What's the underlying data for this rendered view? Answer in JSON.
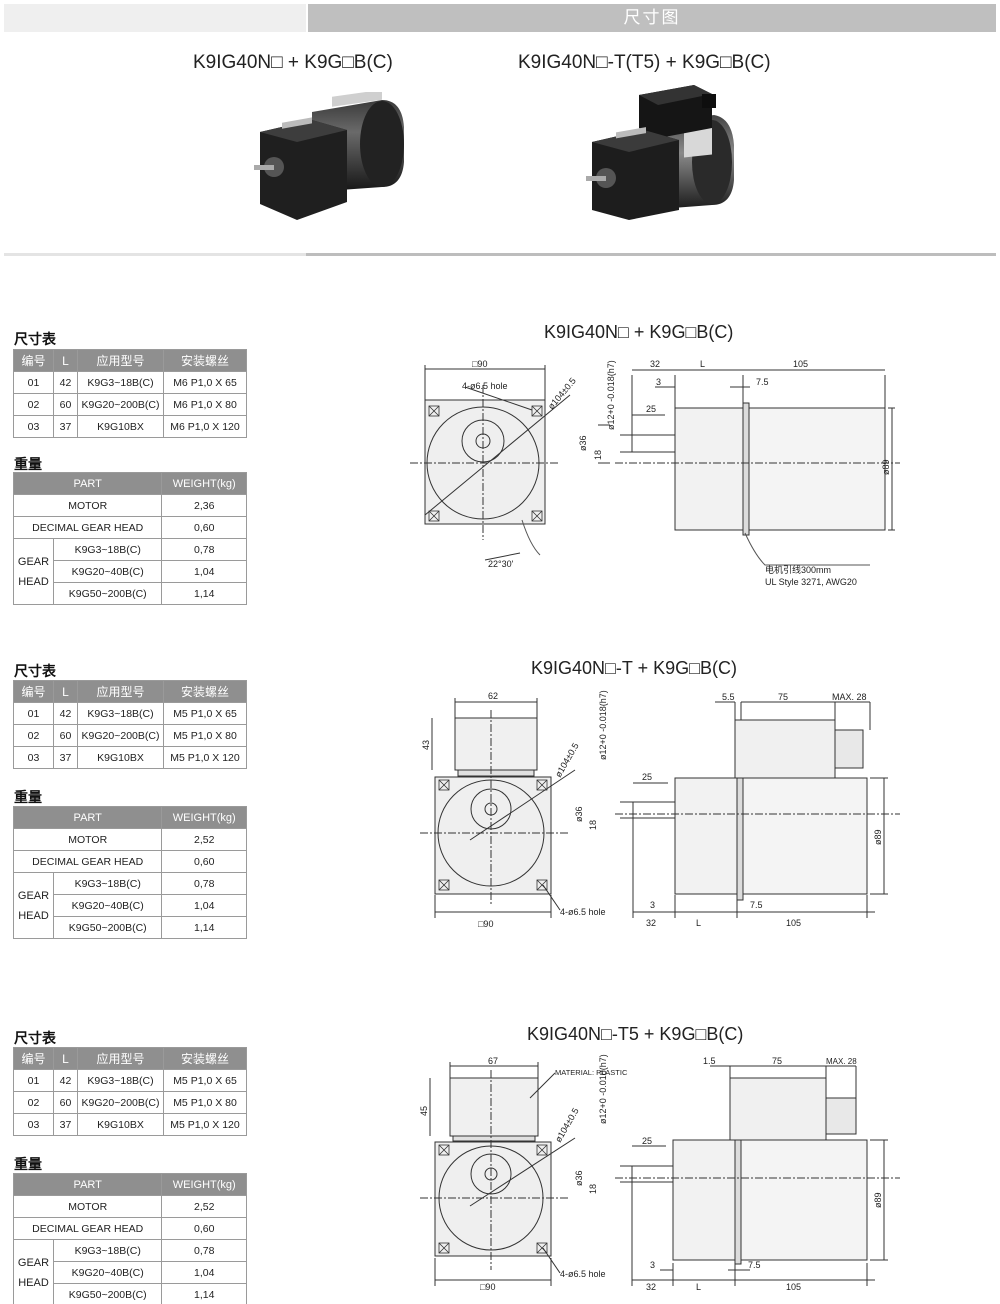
{
  "header": {
    "title": "尺寸图"
  },
  "top_models": [
    "K9IG40N□ + K9G□B(C)",
    "K9IG40N□-T(T5) + K9G□B(C)"
  ],
  "labels": {
    "dim_table": "尺寸表",
    "weight": "重量"
  },
  "dim_headers": [
    "编号",
    "L",
    "应用型号",
    "安装螺丝"
  ],
  "weight_headers": [
    "PART",
    "WEIGHT(kg)"
  ],
  "sections": [
    {
      "drawing_title": "K9IG40N□ + K9G□B(C)",
      "dims": [
        [
          "01",
          "42",
          "K9G3~18B(C)",
          "M6 P1,0 X 65"
        ],
        [
          "02",
          "60",
          "K9G20~200B(C)",
          "M6 P1,0 X 80"
        ],
        [
          "03",
          "37",
          "K9G10BX",
          "M6 P1,0 X 120"
        ]
      ],
      "weights": {
        "motor_label": "MOTOR",
        "motor": "2,36",
        "decimal_label": "DECIMAL GEAR HEAD",
        "decimal": "0,60",
        "gear_label_1": "GEAR",
        "gear_label_2": "HEAD",
        "gear_rows": [
          [
            "K9G3~18B(C)",
            "0,78"
          ],
          [
            "K9G20~40B(C)",
            "1,04"
          ],
          [
            "K9G50~200B(C)",
            "1,14"
          ]
        ]
      }
    },
    {
      "drawing_title": "K9IG40N□-T + K9G□B(C)",
      "dims": [
        [
          "01",
          "42",
          "K9G3~18B(C)",
          "M5 P1,0 X 65"
        ],
        [
          "02",
          "60",
          "K9G20~200B(C)",
          "M5 P1,0 X 80"
        ],
        [
          "03",
          "37",
          "K9G10BX",
          "M5 P1,0 X 120"
        ]
      ],
      "weights": {
        "motor_label": "MOTOR",
        "motor": "2,52",
        "decimal_label": "DECIMAL GEAR HEAD",
        "decimal": "0,60",
        "gear_label_1": "GEAR",
        "gear_label_2": "HEAD",
        "gear_rows": [
          [
            "K9G3~18B(C)",
            "0,78"
          ],
          [
            "K9G20~40B(C)",
            "1,04"
          ],
          [
            "K9G50~200B(C)",
            "1,14"
          ]
        ]
      }
    },
    {
      "drawing_title": "K9IG40N□-T5 + K9G□B(C)",
      "dims": [
        [
          "01",
          "42",
          "K9G3~18B(C)",
          "M5 P1,0 X 65"
        ],
        [
          "02",
          "60",
          "K9G20~200B(C)",
          "M5 P1,0 X 80"
        ],
        [
          "03",
          "37",
          "K9G10BX",
          "M5 P1,0 X 120"
        ]
      ],
      "weights": {
        "motor_label": "MOTOR",
        "motor": "2,52",
        "decimal_label": "DECIMAL GEAR HEAD",
        "decimal": "0,60",
        "gear_label_1": "GEAR",
        "gear_label_2": "HEAD",
        "gear_rows": [
          [
            "K9G3~18B(C)",
            "0,78"
          ],
          [
            "K9G20~40B(C)",
            "1,04"
          ],
          [
            "K9G50~200B(C)",
            "1,14"
          ]
        ]
      }
    }
  ],
  "drawing_labels": {
    "d1": {
      "sq90": "□90",
      "hole": "4-ø6.5 hole",
      "pcd": "ø104±0.5",
      "angle": "22°30'",
      "d32": "32",
      "dL": "L",
      "d105": "105",
      "d3": "3",
      "d75": "7.5",
      "d25": "25",
      "shaft": "ø12+0 -0.018(h7)",
      "d36": "ø36",
      "d18": "18",
      "d89": "ø89",
      "lead1": "电机引线300mm",
      "lead2": "UL Style 3271, AWG20"
    },
    "d2": {
      "d62": "62",
      "d43": "43",
      "pcd": "ø104±0.5",
      "shaft": "ø12+0 -0.018(h7)",
      "d25": "25",
      "d36": "ø36",
      "d18": "18",
      "sq90": "□90",
      "hole": "4-ø6.5 hole",
      "d55": "5.5",
      "d75": "75",
      "max28": "MAX. 28",
      "d89": "ø89",
      "d3": "3",
      "d7": "7.5",
      "d32": "32",
      "dL": "L",
      "d105": "105"
    },
    "d3": {
      "d67": "67",
      "d45": "45",
      "material": "MATERIAL: PLASTIC",
      "pcd": "ø104±0.5",
      "shaft": "ø12+0 -0.018(h7)",
      "d25": "25",
      "d36": "ø36",
      "d18": "18",
      "sq90": "□90",
      "hole": "4-ø6.5 hole",
      "d15": "1.5",
      "d75": "75",
      "max28": "MAX. 28",
      "d89": "ø89",
      "d3": "3",
      "d7": "7.5",
      "d32": "32",
      "dL": "L",
      "d105": "105"
    }
  }
}
